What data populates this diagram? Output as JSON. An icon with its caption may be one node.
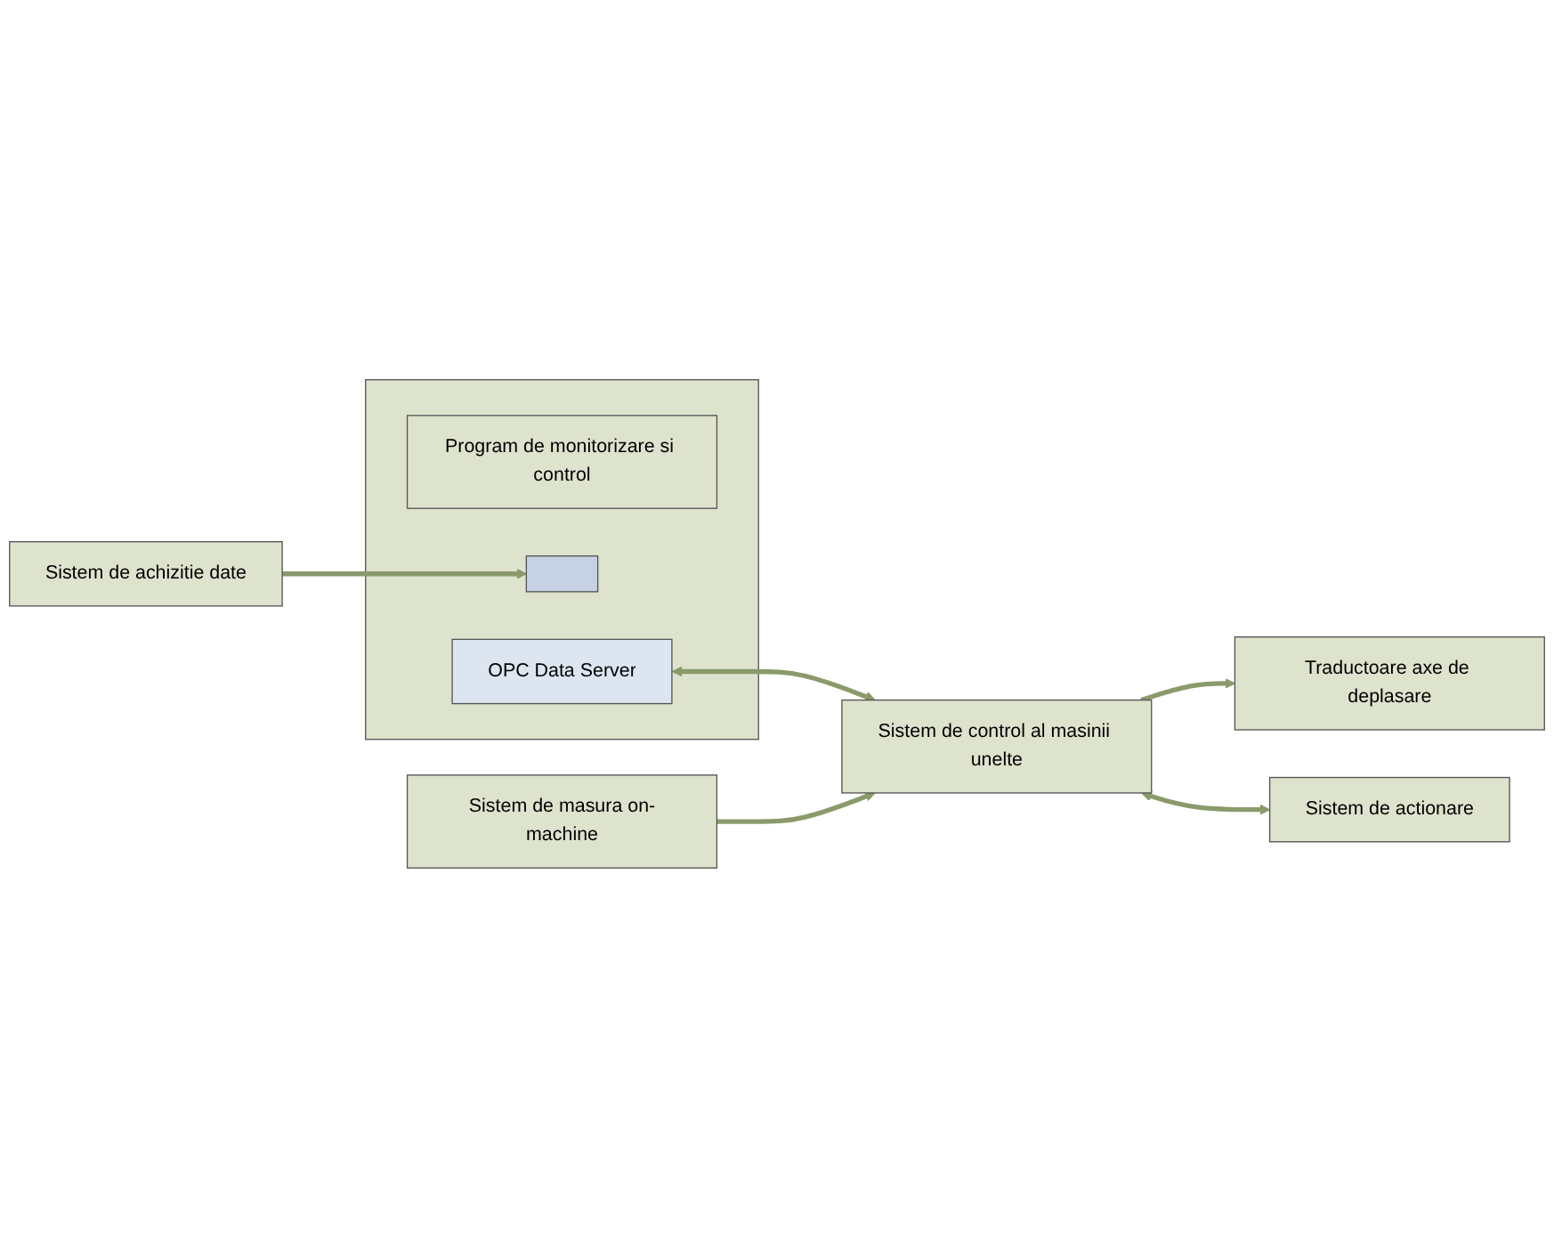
{
  "diagram": {
    "nodes": [
      {
        "text": [],
        "shape": "box"
      },
      {
        "text": [
          "Program de monitorizare si control"
        ],
        "in": 0
      },
      {
        "text": [],
        "shape": "box",
        "in": 0
      },
      {
        "text": [
          "OPC Data Server"
        ],
        "in": 0
      },
      {
        "text": [
          "Sistem de achizitie date"
        ]
      },
      {
        "text": [
          "Sistem de control al masinii unelte"
        ]
      },
      {
        "text": [
          "Traductoare axe de deplasare"
        ]
      },
      {
        "text": [
          "Sistem de masura on-machine"
        ]
      },
      {
        "text": [
          "Sistem de actionare"
        ]
      }
    ],
    "edges": [
      {
        "from": 4,
        "to": 2,
        "arrow": "to"
      },
      {
        "from": 3,
        "to": 5,
        "arrow": "both"
      },
      {
        "from": 5,
        "to": 6,
        "arrow": "to"
      },
      {
        "from": 7,
        "to": 5,
        "arrow": "to"
      },
      {
        "from": 5,
        "to": 8,
        "arrow": "both"
      }
    ]
  }
}
